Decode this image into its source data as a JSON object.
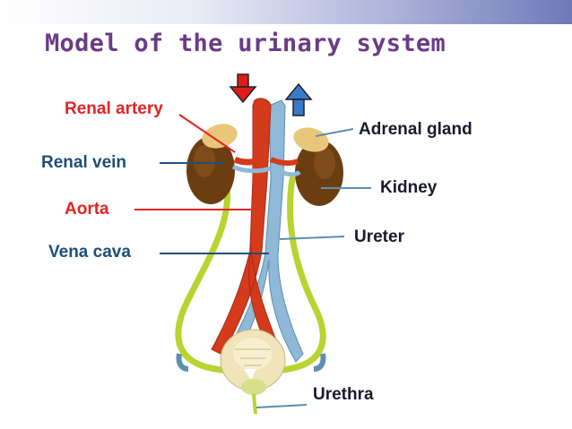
{
  "title": "Model of the urinary system",
  "labels": {
    "renal_artery": "Renal artery",
    "renal_vein": "Renal vein",
    "aorta": "Aorta",
    "vena_cava": "Vena cava",
    "adrenal_gland": "Adrenal gland",
    "kidney": "Kidney",
    "ureter": "Ureter",
    "urethra": "Urethra"
  },
  "colors": {
    "title": "#6b3b86",
    "artery_label": "#e52222",
    "vein_label": "#1f4e79",
    "arrow_down": "#e01b1b",
    "arrow_up": "#3a78c9",
    "aorta": "#d43a1c",
    "vena_cava": "#8fb9d6",
    "kidney": "#6b3e12",
    "adrenal": "#e8c77a",
    "ureter": "#b8d430"
  }
}
